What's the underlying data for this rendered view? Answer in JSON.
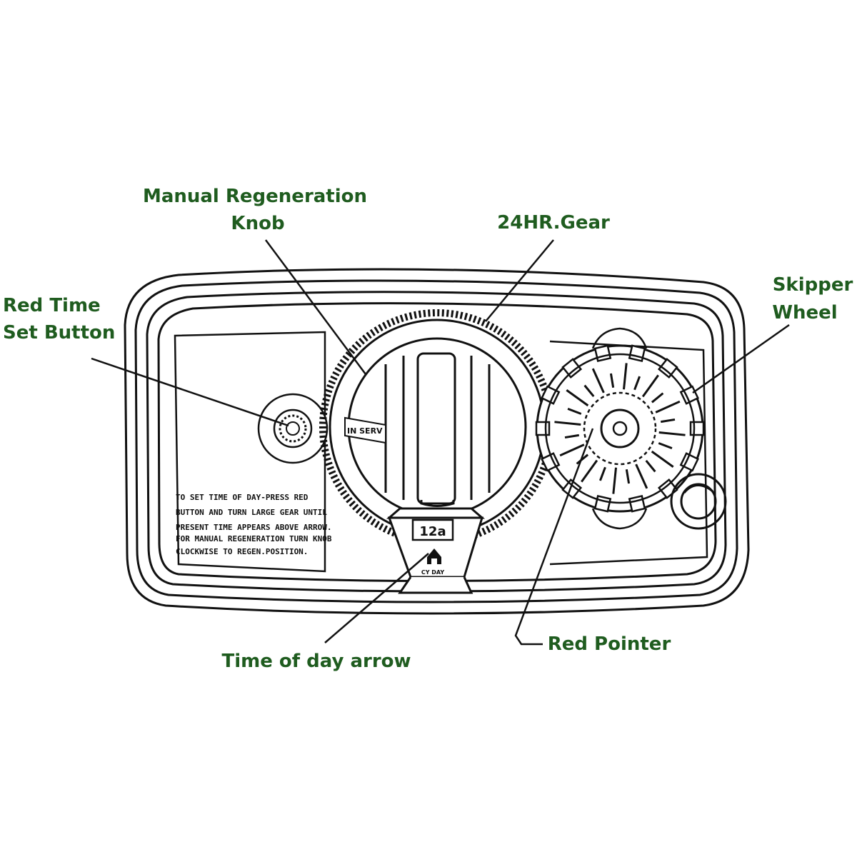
{
  "theme": {
    "label_color": "#1f5c1f",
    "line_color": "#111111",
    "background": "#ffffff"
  },
  "labels": {
    "manual_regeneration_line1": "Manual Regeneration",
    "manual_regeneration_line2": "Knob",
    "gear_24hr": "24HR.Gear",
    "skipper_line1": "Skipper",
    "skipper_line2": "Wheel",
    "red_time_line1": "Red Time",
    "red_time_line2": "Set Button",
    "time_of_day_arrow": "Time of day arrow",
    "red_pointer": "Red Pointer"
  },
  "panel": {
    "instruction_lines": [
      "TO SET TIME OF DAY-PRESS RED",
      "BUTTON AND TURN LARGE GEAR UNTIL",
      "PRESENT TIME APPEARS ABOVE ARROW.",
      "FOR MANUAL REGENERATION TURN KNOB",
      "CLOCKWISE TO REGEN.POSITION."
    ],
    "knob_marking": "IN SERV",
    "time_window": "12a",
    "time_arrow_caption": "CY DAY"
  },
  "icons": {
    "house_arrow": "house-arrow-icon"
  }
}
